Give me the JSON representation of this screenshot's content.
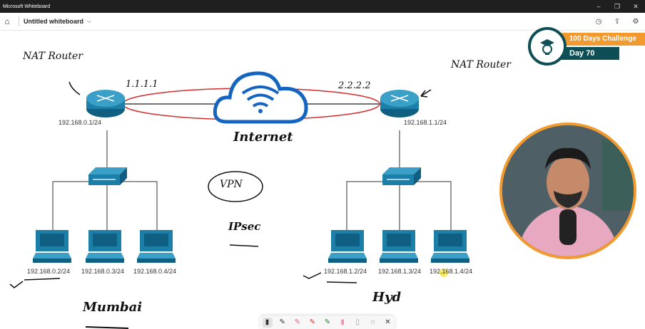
{
  "app": {
    "window_title": "Microsoft Whiteboard",
    "document_title": "Untitled whiteboard"
  },
  "badge": {
    "challenge": "100 Days Challenge",
    "day": "Day 70"
  },
  "diagram": {
    "left_router": {
      "annotation": "NAT Router",
      "public_ip": "1.1.1.1",
      "lan_ip": "192.168.0.1/24"
    },
    "right_router": {
      "annotation": "NAT Router",
      "public_ip": "2.2.2.2",
      "lan_ip": "192.168.1.1/24"
    },
    "cloud_label": "Internet",
    "vpn_label": "VPN",
    "ipsec_label": "IPsec",
    "left_hosts": [
      "192.168.0.2/24",
      "192.168.0.3/24",
      "192.168.0.4/24"
    ],
    "right_hosts": [
      "192.168.1.2/24",
      "192.168.1.3/24",
      "192.168.1.4/24"
    ],
    "left_site": "Mumbai",
    "right_site": "Hyd"
  },
  "colors": {
    "device": "#1b7fa8",
    "cloud": "#1565c0",
    "tunnel": "#d32f2f",
    "badge_orange": "#f29a2e",
    "badge_teal": "#0e4f56"
  },
  "toolbar": {
    "tools": [
      "pointer-tool",
      "black-pen",
      "pink-pen",
      "red-pen",
      "green-pen",
      "pink-highlighter",
      "eraser",
      "lasso",
      "close"
    ]
  }
}
